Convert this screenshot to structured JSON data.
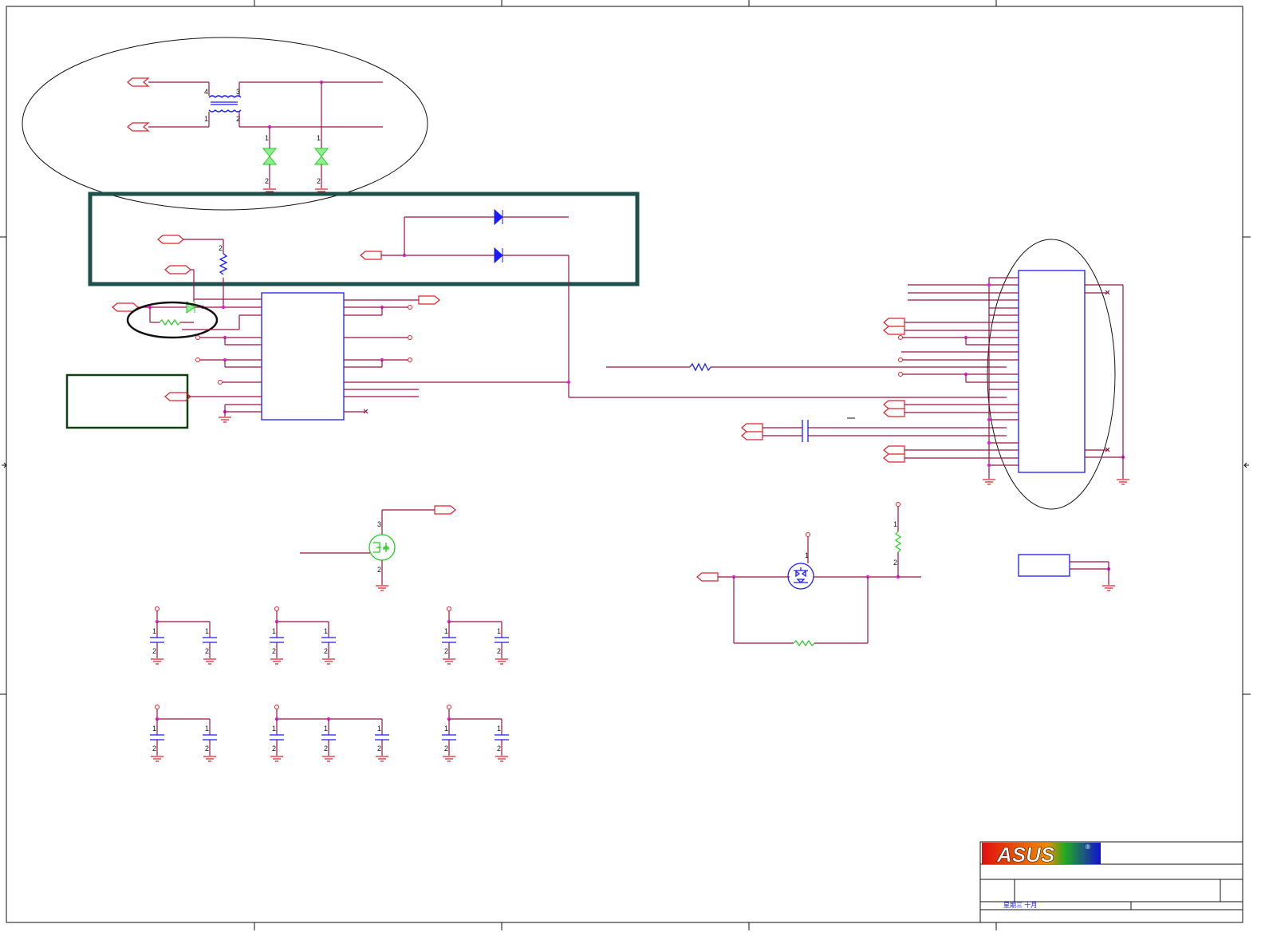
{
  "title_block": {
    "logo_text": "ASUS",
    "registered_mark": "®",
    "date_text": "星期三  十月"
  },
  "pin_labels": [
    "1",
    "2",
    "3",
    "4"
  ],
  "colors": {
    "wire": "#9a1040",
    "component": "#e0202a",
    "part_outline": "#1a1aff",
    "highlight_box": "#1f4f4a",
    "note_box": "#0f4010",
    "tvs_diode": "#22cc22",
    "junction": "#e020e0"
  }
}
